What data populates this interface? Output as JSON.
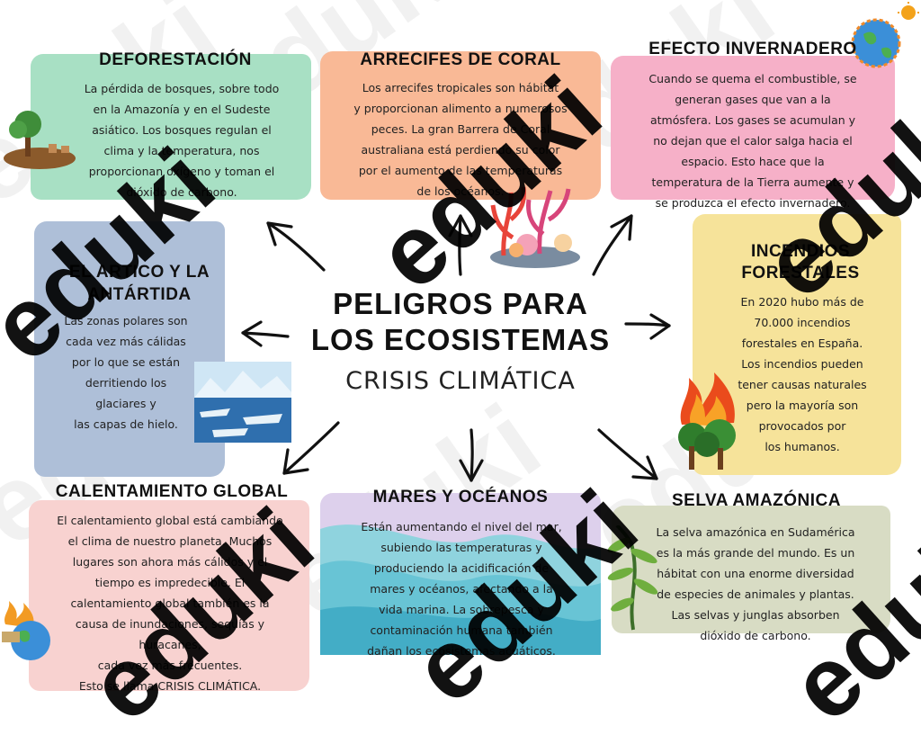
{
  "center": {
    "title": "PELIGROS PARA\nLOS ECOSISTEMAS",
    "subtitle": "CRISIS CLIMÁTICA"
  },
  "watermark": "eduki",
  "colors": {
    "deforestacion": "#a8e0c4",
    "arrecifes": "#f9b996",
    "efecto": "#f6b0c8",
    "artico": "#aebfd8",
    "incendios": "#f6e39a",
    "calentamiento": "#f8d2d0",
    "mares": "#ddd0ec",
    "selva": "#d8dcc4"
  },
  "cards": {
    "deforestacion": {
      "title": "DEFORESTACIÓN",
      "text": "La pérdida de bosques, sobre todo\nen la Amazonía y en el Sudeste\nasiático. Los bosques regulan el\nclima y la temperatura, nos\nproporcionan oxígeno y toman el\ndióxido de carbono."
    },
    "arrecifes": {
      "title": "ARRECIFES DE CORAL",
      "text": "Los arrecifes tropicales son hábitat\ny proporcionan alimento a numerosos\npeces. La gran Barrera de Coral\naustraliana está perdiendo su color\npor el aumento de las temperaturas\nde los océanos."
    },
    "efecto": {
      "title": "EFECTO INVERNADERO",
      "text": "Cuando se quema el combustible, se\ngeneran gases que van a la\natmósfera.  Los gases se acumulan  y\nno dejan que el calor salga hacia el\nespacio. Esto hace que la\ntemperatura de la Tierra aumente y\nse produzca el efecto invernadero."
    },
    "artico": {
      "title": "EL ARTICO Y LA\nANTÁRTIDA",
      "text": "Las zonas polares son\ncada vez más cálidas\npor lo que se están\nderritiendo los\nglaciares y\nlas capas de hielo."
    },
    "incendios": {
      "title": "INCENDIOS\nFORESTALES",
      "text": "En 2020 hubo más de\n70.000 incendios\nforestales en España.\nLos incendios pueden\ntener causas naturales\npero la mayoría son\nprovocados por\nlos humanos."
    },
    "calentamiento": {
      "title": "CALENTAMIENTO GLOBAL",
      "text": "El calentamiento global está cambiando\nel clima de nuestro planeta. Muchos\nlugares son ahora más cálidos y el\ntiempo es impredecible. El\ncalentamiento global también es la\ncausa de inundaciones, sequías y\nhuracanes,\ncada vez más frecuentes.\nEsto se llama CRISIS CLIMÁTICA."
    },
    "mares": {
      "title": "MARES Y OCÉANOS",
      "text": "Están aumentando el nivel del mar,\nsubiendo las temperaturas y\nproduciendo la acidificación de\nmares y océanos, afectando a la\nvida marina. La sobrepesca y\ncontaminación humana también\ndañan los ecosistemas acuáticos."
    },
    "selva": {
      "title": "SELVA AMAZÓNICA",
      "text": "La selva amazónica en Sudamérica\nes la más grande del mundo. Es un\nhábitat con una enorme diversidad\nde especies de animales y plantas.\nLas selvas y junglas absorben\ndióxido de carbono."
    }
  }
}
